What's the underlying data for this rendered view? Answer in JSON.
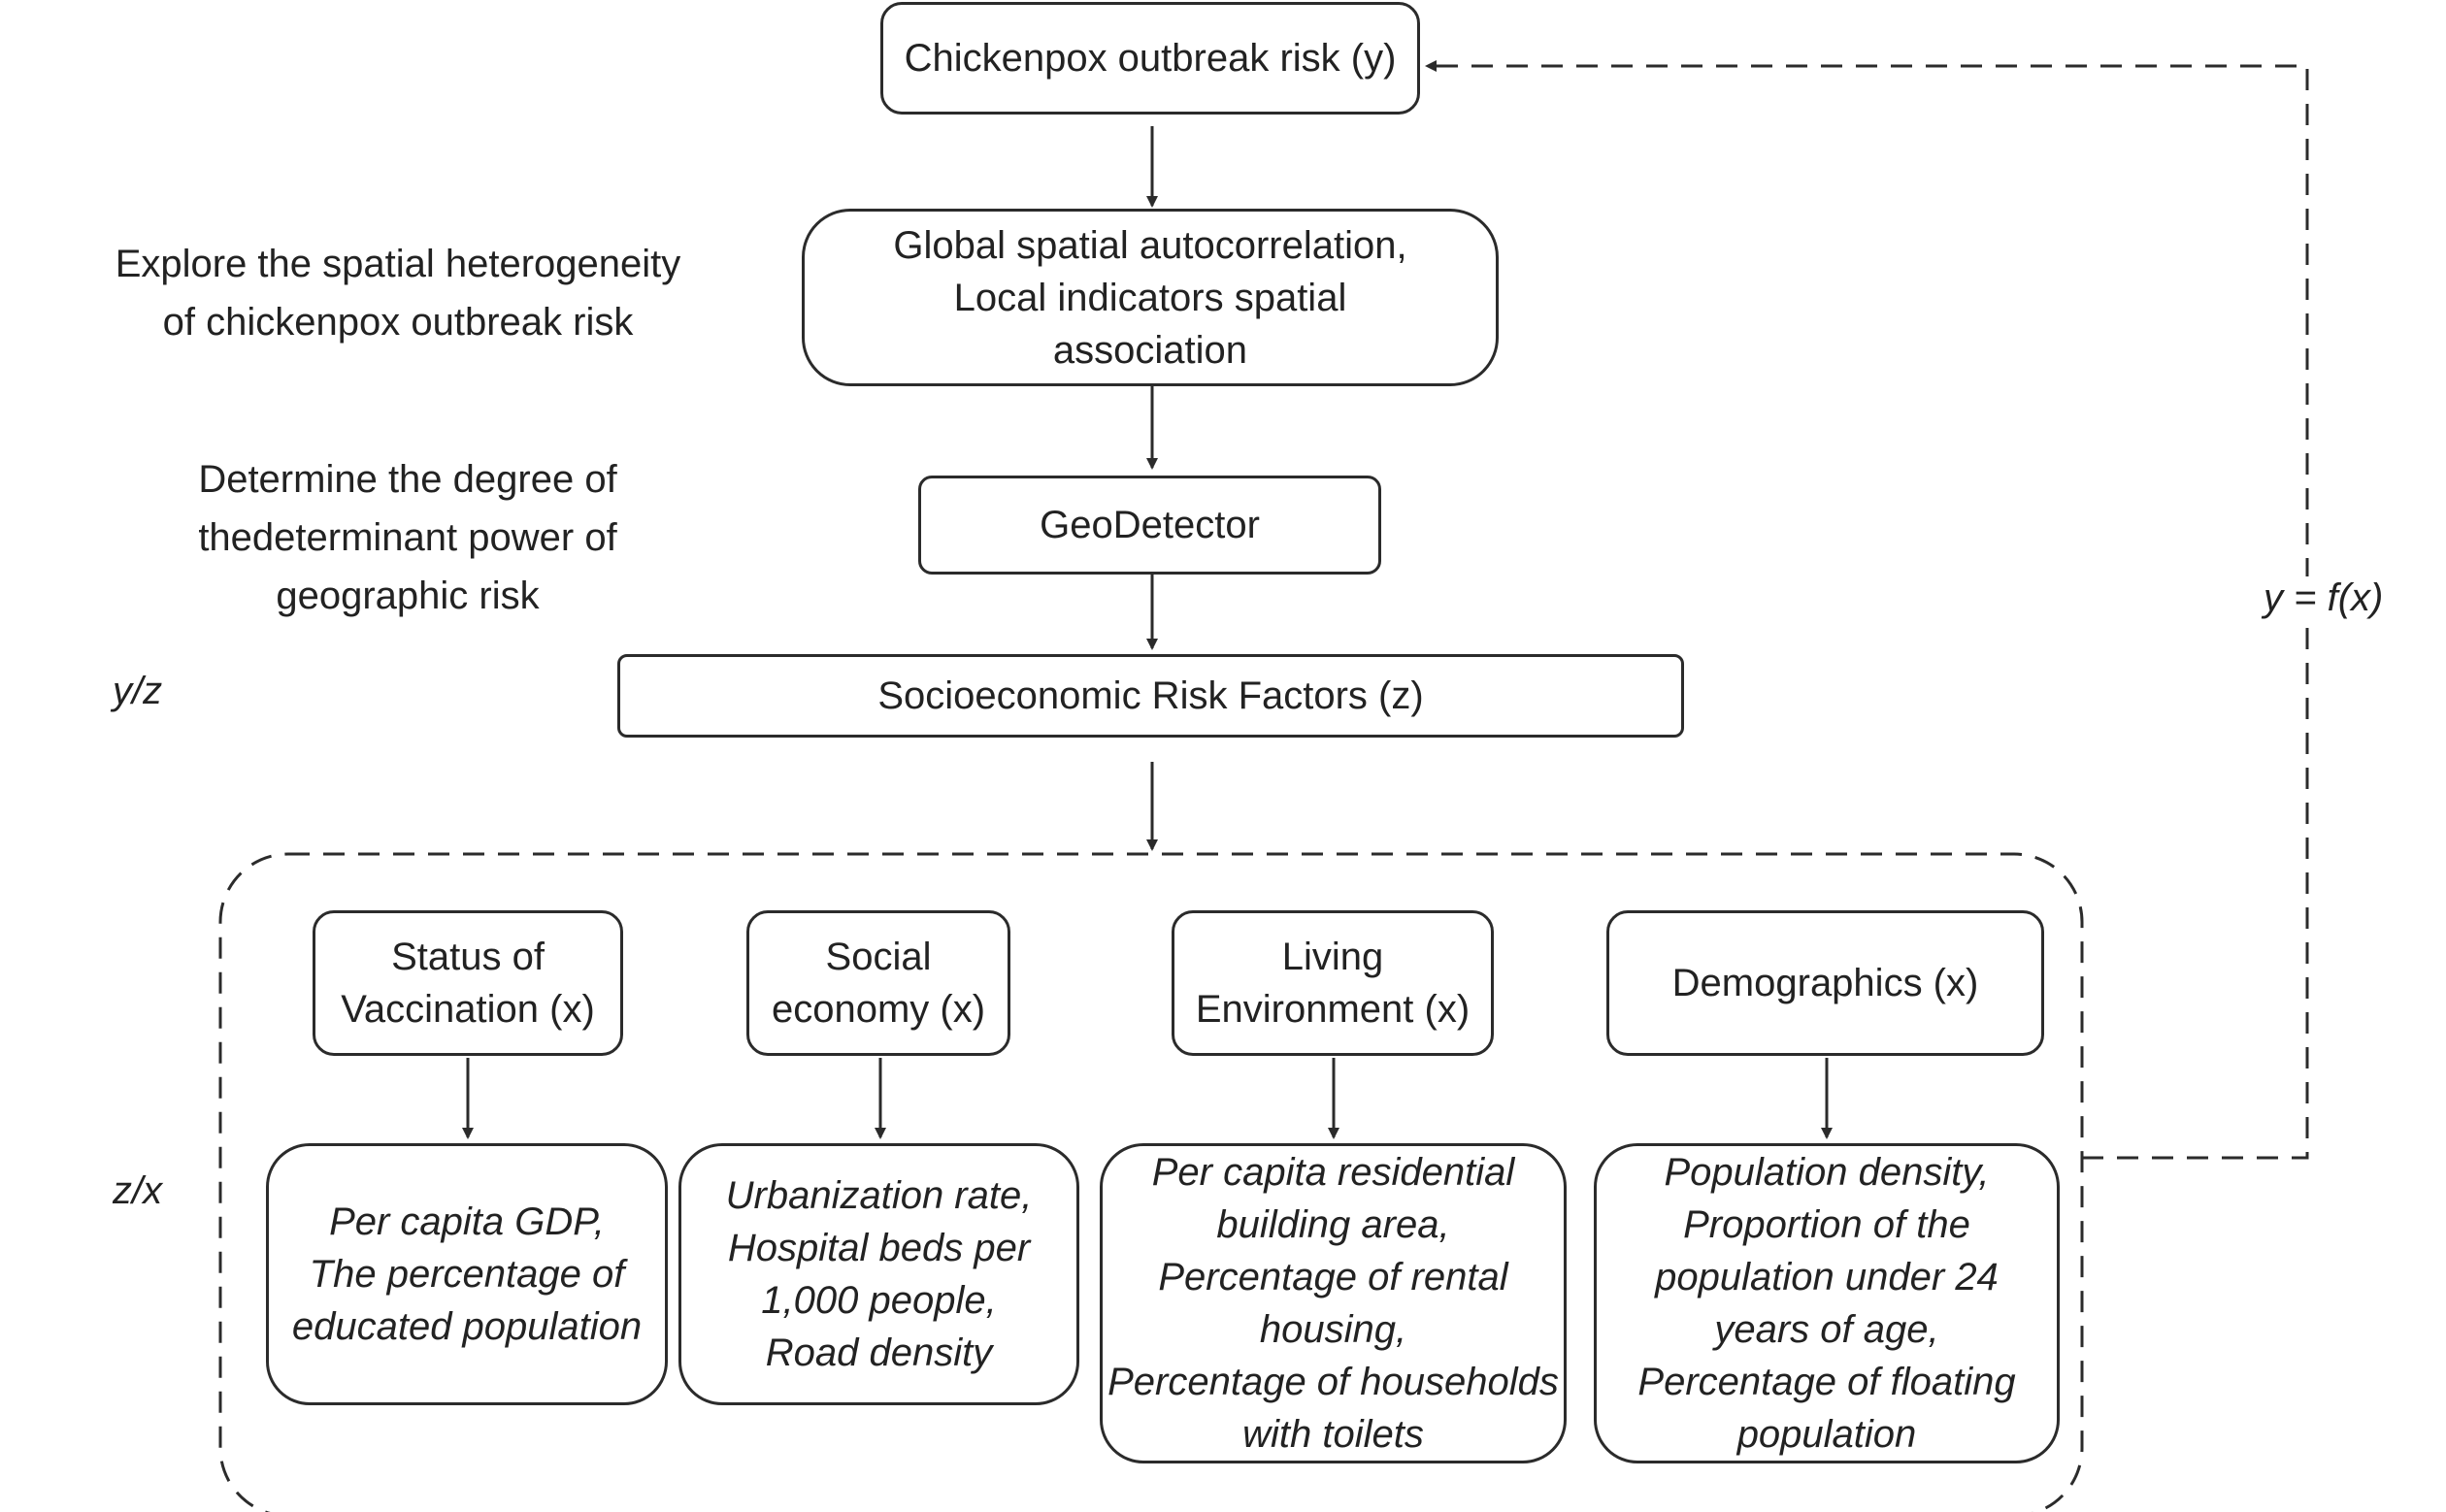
{
  "diagram": {
    "nodes": {
      "outbreak_risk": "Chickenpox outbreak risk (y)",
      "spatial_autocorrelation": "Global spatial autocorrelation,\nLocal indicators spatial\nassociation",
      "geodetector": "GeoDetector",
      "risk_factors": "Socioeconomic Risk Factors (z)",
      "vaccination": "Status of\nVaccination (x)",
      "social_economy": "Social\neconomy (x)",
      "living_environment": "Living\nEnvironment (x)",
      "demographics": "Demographics (x)",
      "vaccination_details": "Per capita GDP,\nThe percentage of\neducated population",
      "social_economy_details": "Urbanization rate,\nHospital beds per\n1,000 people,\nRoad density",
      "living_environment_details": "Per capita residential\nbuilding area,\nPercentage of rental\nhousing,\nPercentage of households\nwith toilets",
      "demographics_details": "Population density,\nProportion of the\npopulation under 24\nyears of age,\nPercentage of floating\npopulation"
    },
    "side_labels": {
      "explore": "Explore the spatial heterogeneity\nof chickenpox outbreak risk",
      "determine": "Determine the degree of\nthedeterminant power of\ngeographic risk",
      "y_over_z": "y/z",
      "z_over_x": "z/x",
      "function": "y = f(x)"
    }
  }
}
